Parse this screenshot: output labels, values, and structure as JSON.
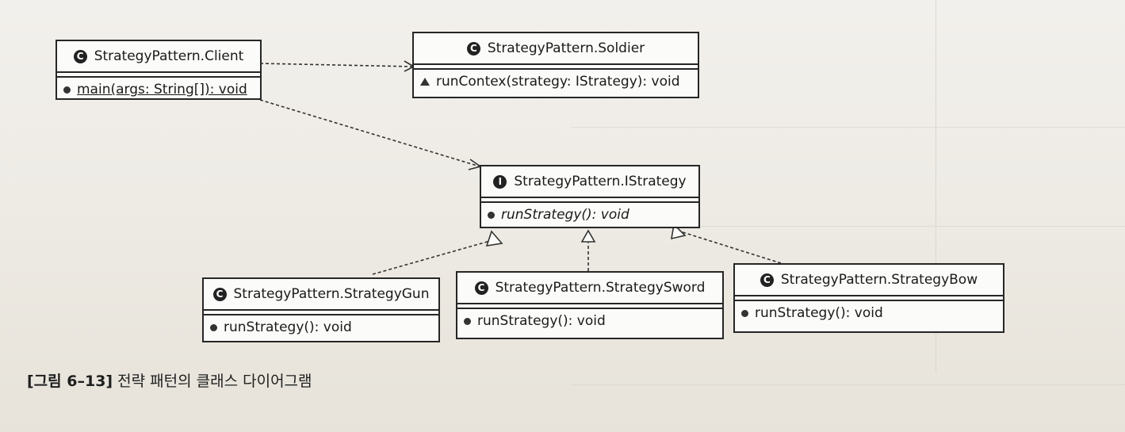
{
  "classes": {
    "client": {
      "name": "StrategyPattern.Client",
      "stereotype_letter": "C",
      "member": "main(args: String[]): void"
    },
    "soldier": {
      "name": "StrategyPattern.Soldier",
      "stereotype_letter": "C",
      "member": "runContex(strategy: IStrategy): void"
    },
    "istrategy": {
      "name": "StrategyPattern.IStrategy",
      "stereotype_letter": "I",
      "member": "runStrategy(): void"
    },
    "gun": {
      "name": "StrategyPattern.StrategyGun",
      "stereotype_letter": "C",
      "member": "runStrategy(): void"
    },
    "sword": {
      "name": "StrategyPattern.StrategySword",
      "stereotype_letter": "C",
      "member": "runStrategy(): void"
    },
    "bow": {
      "name": "StrategyPattern.StrategyBow",
      "stereotype_letter": "C",
      "member": "runStrategy(): void"
    }
  },
  "caption": {
    "label": "[그림 6–13]",
    "text": "전략 패턴의 클래스 다이어그램"
  },
  "colors": {
    "ink": "#262626",
    "paper": "#fbfbf9"
  }
}
